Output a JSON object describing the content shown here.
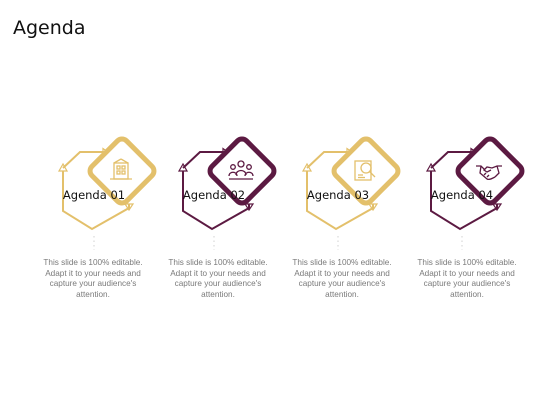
{
  "slide": {
    "title": "Agenda"
  },
  "colors": {
    "gold": "#e3c06b",
    "plum": "#5c1a42"
  },
  "items": [
    {
      "label": "Agenda 01",
      "icon": "building-icon",
      "color": "gold",
      "desc": "This slide is 100% editable. Adapt it to your needs and capture your audience's attention."
    },
    {
      "label": "Agenda 02",
      "icon": "team-icon",
      "color": "plum",
      "desc": "This slide is 100% editable. Adapt it to your needs and capture your audience's attention."
    },
    {
      "label": "Agenda 03",
      "icon": "search-document-icon",
      "color": "gold",
      "desc": "This slide is 100% editable. Adapt it to your needs and capture your audience's attention."
    },
    {
      "label": "Agenda 04",
      "icon": "handshake-icon",
      "color": "plum",
      "desc": "This slide is 100% editable. Adapt it to your needs and capture your audience's attention."
    }
  ]
}
